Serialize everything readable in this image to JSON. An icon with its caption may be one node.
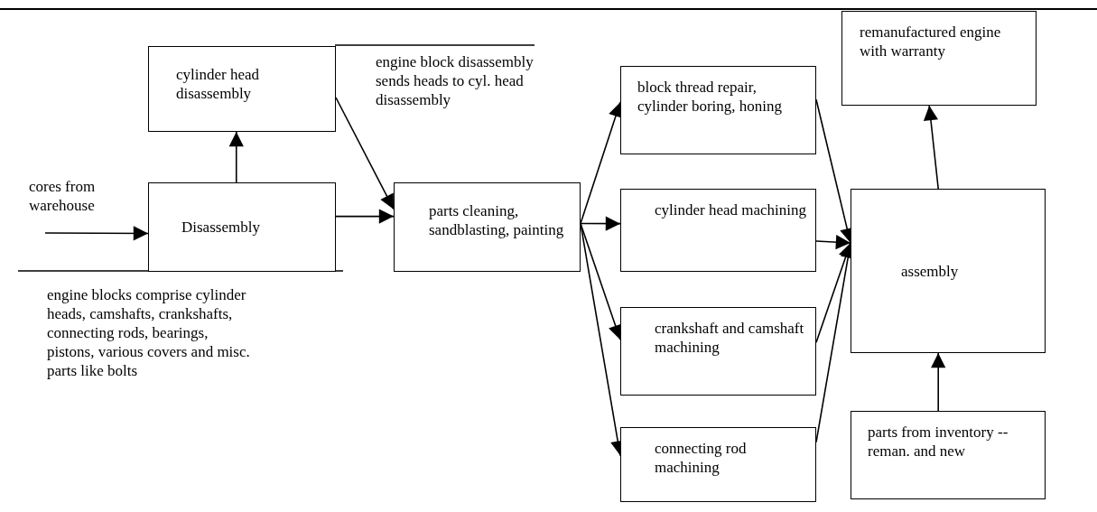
{
  "diagram": {
    "nodes": [
      {
        "text": [
          "cylinder head disassembly"
        ]
      },
      {
        "text": [
          "Disassembly"
        ]
      },
      {
        "text": [
          "parts cleaning, sandblasting, painting"
        ]
      },
      {
        "text": [
          "block thread repair, cylinder boring, honing"
        ]
      },
      {
        "text": [
          "cylinder head machining"
        ]
      },
      {
        "text": [
          "crankshaft and camshaft machining"
        ]
      },
      {
        "text": [
          "connecting rod machining"
        ]
      },
      {
        "text": [
          "remanufactured engine with warranty"
        ]
      },
      {
        "text": [
          "assembly"
        ]
      },
      {
        "text": [
          "parts from inventory -- reman. and new"
        ]
      }
    ],
    "edges": [
      {
        "from": 1,
        "to": 0,
        "arrow": "to"
      },
      {
        "from": 0,
        "to": 2,
        "arrow": "to"
      },
      {
        "from": 1,
        "to": 2,
        "arrow": "to"
      },
      {
        "from": 2,
        "to": 3,
        "arrow": "to"
      },
      {
        "from": 2,
        "to": 4,
        "arrow": "to"
      },
      {
        "from": 2,
        "to": 5,
        "arrow": "to"
      },
      {
        "from": 2,
        "to": 6,
        "arrow": "to"
      },
      {
        "from": 3,
        "to": 8,
        "arrow": "to"
      },
      {
        "from": 4,
        "to": 8,
        "arrow": "to"
      },
      {
        "from": 5,
        "to": 8,
        "arrow": "to"
      },
      {
        "from": 6,
        "to": 8,
        "arrow": "to"
      },
      {
        "from": 8,
        "to": 7,
        "arrow": "to"
      },
      {
        "from": 9,
        "to": 8,
        "arrow": "to"
      },
      {
        "from": null,
        "to": 1,
        "arrow": "to",
        "label": "cores from warehouse"
      }
    ],
    "labels": [
      "engine block disassembly sends heads to cyl. head disassembly",
      "engine blocks comprise cylinder heads, camshafts, crankshafts, connecting rods, bearings, pistons, various covers and misc. parts like bolts"
    ]
  }
}
